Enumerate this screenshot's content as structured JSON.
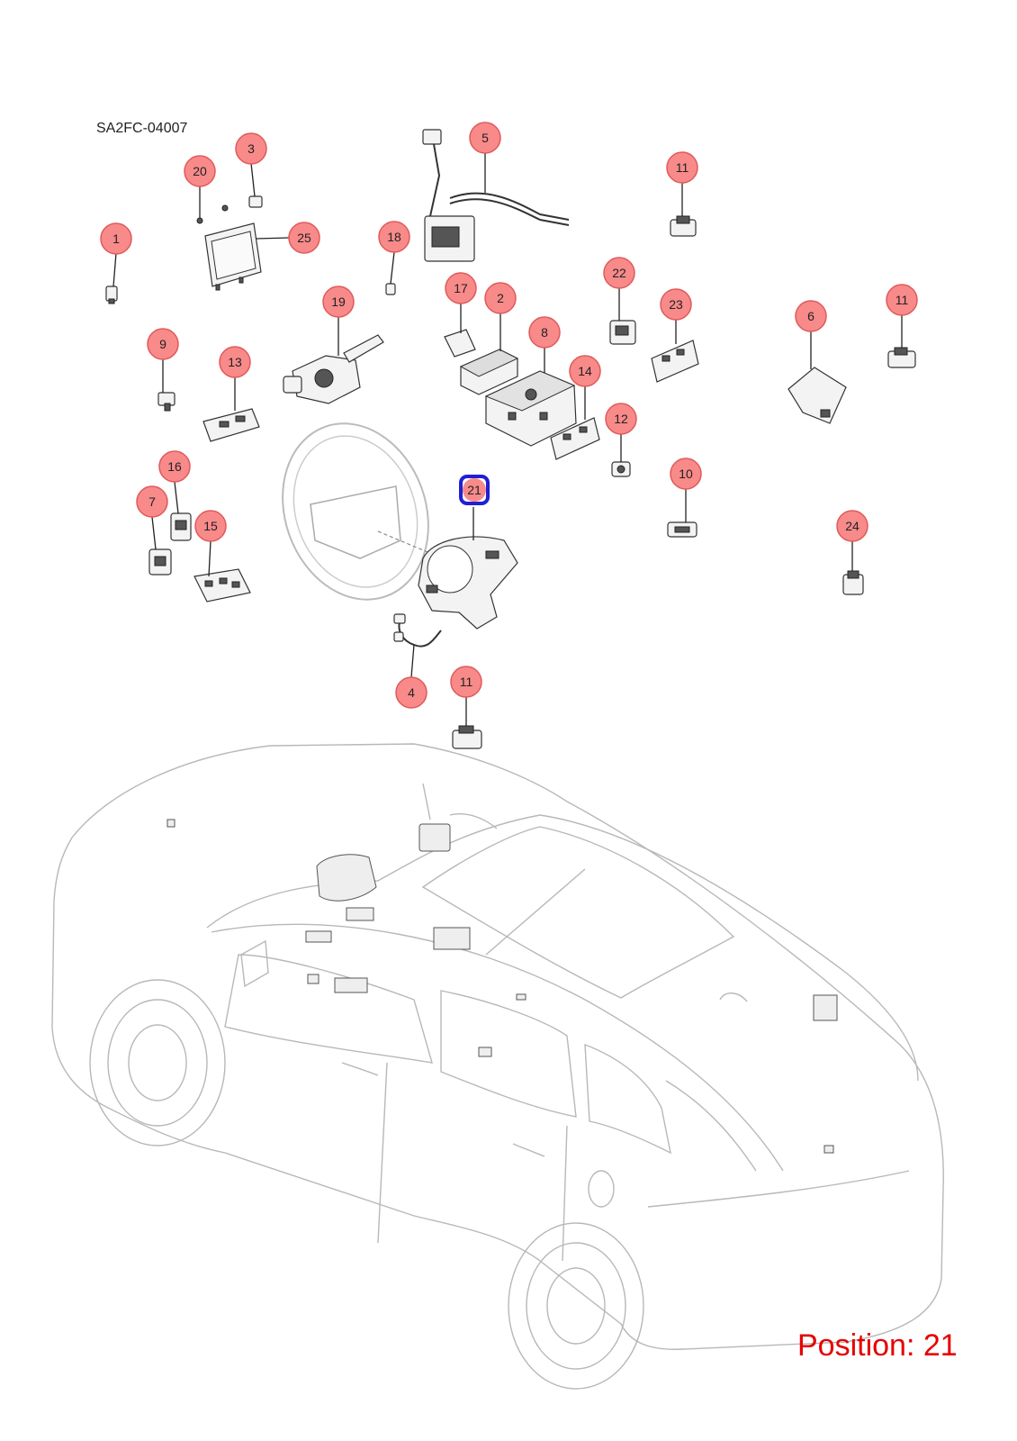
{
  "drawing_id": "SA2FC-04007",
  "position_label": "Position: 21",
  "colors": {
    "callout_fill": "#f88a8a",
    "selected_outline": "#1f1fd6",
    "position_text": "#e60000"
  },
  "callouts": [
    {
      "label": "1"
    },
    {
      "label": "2"
    },
    {
      "label": "3"
    },
    {
      "label": "4"
    },
    {
      "label": "5"
    },
    {
      "label": "6"
    },
    {
      "label": "7"
    },
    {
      "label": "8"
    },
    {
      "label": "9"
    },
    {
      "label": "10"
    },
    {
      "label": "11"
    },
    {
      "label": "11"
    },
    {
      "label": "11"
    },
    {
      "label": "12"
    },
    {
      "label": "13"
    },
    {
      "label": "14"
    },
    {
      "label": "15"
    },
    {
      "label": "16"
    },
    {
      "label": "17"
    },
    {
      "label": "18"
    },
    {
      "label": "19"
    },
    {
      "label": "20"
    },
    {
      "label": "21"
    },
    {
      "label": "22"
    },
    {
      "label": "23"
    },
    {
      "label": "24"
    },
    {
      "label": "25"
    }
  ],
  "selected_callout": "21"
}
